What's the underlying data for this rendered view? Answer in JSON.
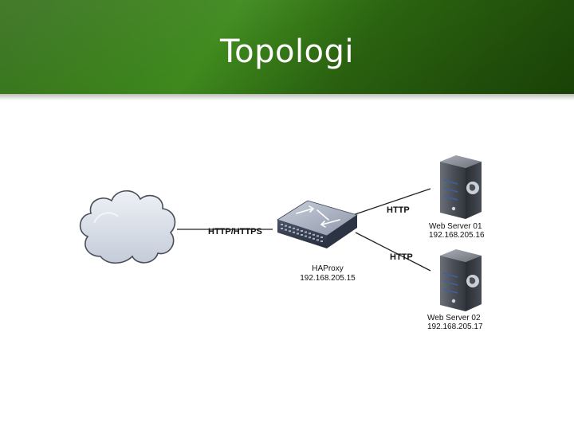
{
  "slide": {
    "title": "Topologi"
  },
  "diagram": {
    "links": {
      "internet_to_proxy": "HTTP/HTTPS",
      "proxy_to_server1": "HTTP",
      "proxy_to_server2": "HTTP"
    },
    "proxy": {
      "name": "HAProxy",
      "ip": "192.168.205.15"
    },
    "servers": [
      {
        "name": "Web Server 01",
        "ip": "192.168.205.16"
      },
      {
        "name": "Web Server 02",
        "ip": "192.168.205.17"
      }
    ],
    "colors": {
      "banner": "#3f8a1e",
      "cloud_fill": "#d7dde8",
      "cloud_stroke": "#4a4e58",
      "switch_body": "#3a4255",
      "server_body": "#3b3f47",
      "server_accent": "#3f5fa0"
    },
    "icons": [
      "cloud-icon",
      "network-switch-icon",
      "server-icon"
    ]
  }
}
